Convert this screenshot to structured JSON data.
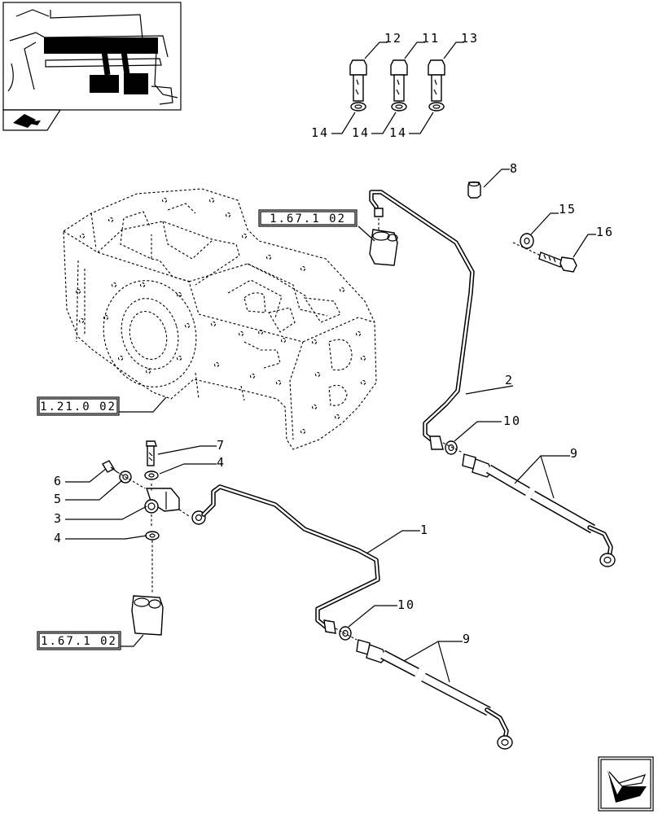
{
  "labels": {
    "l1": "1",
    "l2": "2",
    "l3": "3",
    "l4a": "4",
    "l4b": "4",
    "l5": "5",
    "l6": "6",
    "l7": "7",
    "l8": "8",
    "l9a": "9",
    "l9b": "9",
    "l10a": "10",
    "l10b": "10",
    "l11": "11",
    "l12": "12",
    "l13": "13",
    "l14a": "14",
    "l14b": "14",
    "l14c": "14",
    "l15": "15",
    "l16": "16"
  },
  "refs": {
    "ref_top": "1.67.1 02",
    "ref_mid": "1.21.0 02",
    "ref_bottom": "1.67.1 02"
  },
  "icons": {
    "thumbnail": "tractor-location-thumbnail",
    "book": "book-icon",
    "nav": "next-page-arrow-icon"
  }
}
